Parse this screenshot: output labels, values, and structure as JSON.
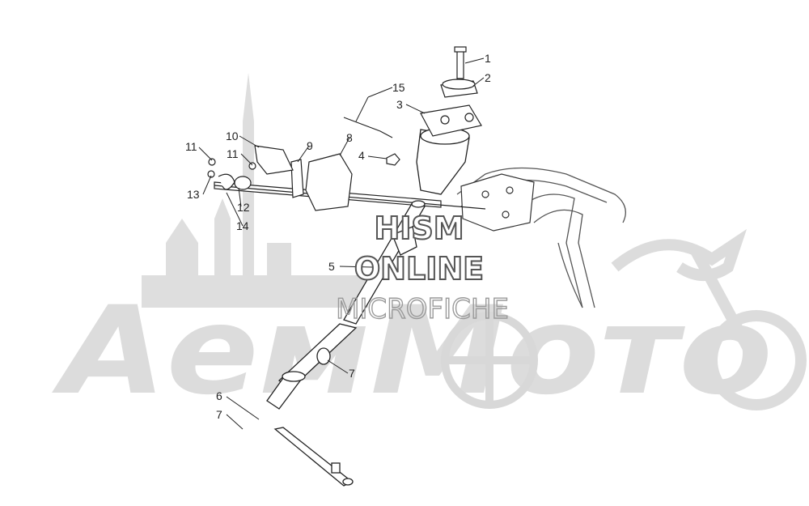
{
  "watermark": {
    "line1": "HISM",
    "line2": "ONLINE",
    "line3": "MICROFICHE",
    "brand": "АемМото",
    "color": "#d9d9d9"
  },
  "callouts": [
    {
      "id": "c1",
      "label": "1"
    },
    {
      "id": "c2",
      "label": "2"
    },
    {
      "id": "c3",
      "label": "3"
    },
    {
      "id": "c4",
      "label": "4"
    },
    {
      "id": "c5",
      "label": "5"
    },
    {
      "id": "c6",
      "label": "6"
    },
    {
      "id": "c7a",
      "label": "7"
    },
    {
      "id": "c7b",
      "label": "7"
    },
    {
      "id": "c8",
      "label": "8"
    },
    {
      "id": "c9",
      "label": "9"
    },
    {
      "id": "c10",
      "label": "10"
    },
    {
      "id": "c11a",
      "label": "11"
    },
    {
      "id": "c11b",
      "label": "11"
    },
    {
      "id": "c12",
      "label": "12"
    },
    {
      "id": "c13",
      "label": "13"
    },
    {
      "id": "c14",
      "label": "14"
    },
    {
      "id": "c15",
      "label": "15"
    }
  ],
  "colors": {
    "line": "#222222",
    "part_fill": "#ffffff",
    "frame": "#555555"
  }
}
